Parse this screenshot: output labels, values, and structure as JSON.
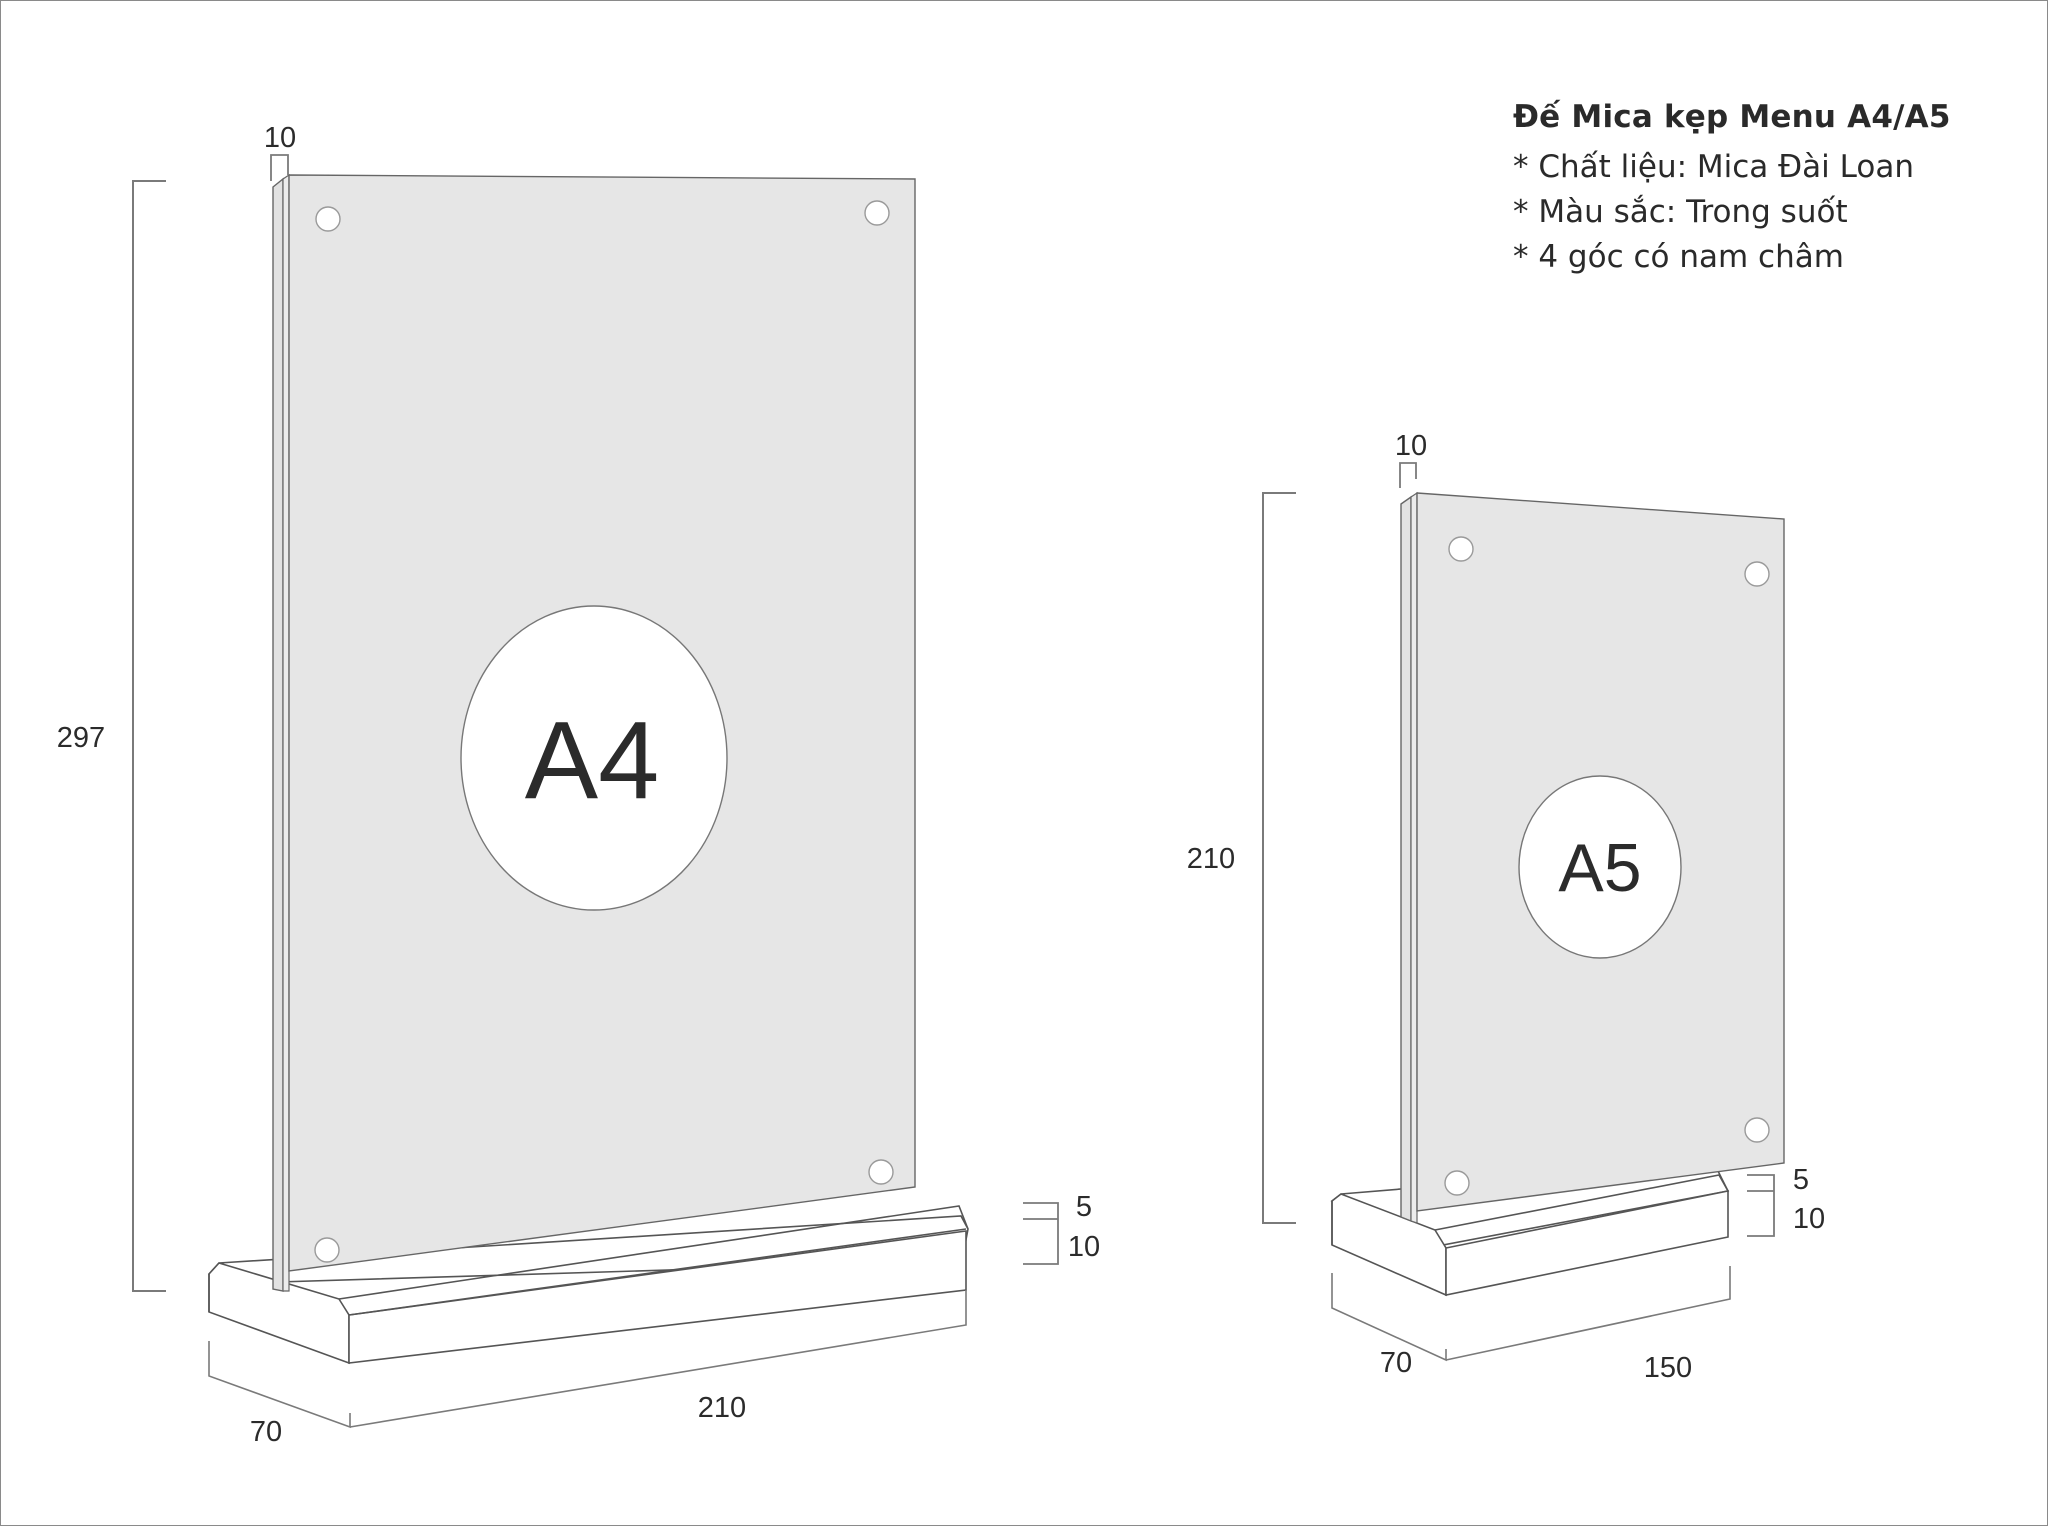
{
  "info": {
    "title": "Đế Mica kẹp Menu A4/A5",
    "bullets": [
      "* Chất liệu: Mica Đài Loan",
      "* Màu sắc: Trong suốt",
      "* 4 góc có nam châm"
    ]
  },
  "a4": {
    "label": "A4",
    "dims": {
      "height": "297",
      "panel_thickness": "10",
      "width": "210",
      "depth": "70",
      "base_top": "5",
      "base_height": "10"
    }
  },
  "a5": {
    "label": "A5",
    "dims": {
      "height": "210",
      "panel_thickness": "10",
      "width": "150",
      "depth": "70",
      "base_top": "5",
      "base_height": "10"
    }
  },
  "colors": {
    "panel_fill": "#e6e6e6",
    "line": "#555555",
    "dim_line": "#7a7a7a",
    "text": "#2b2b2b",
    "background": "#ffffff"
  }
}
